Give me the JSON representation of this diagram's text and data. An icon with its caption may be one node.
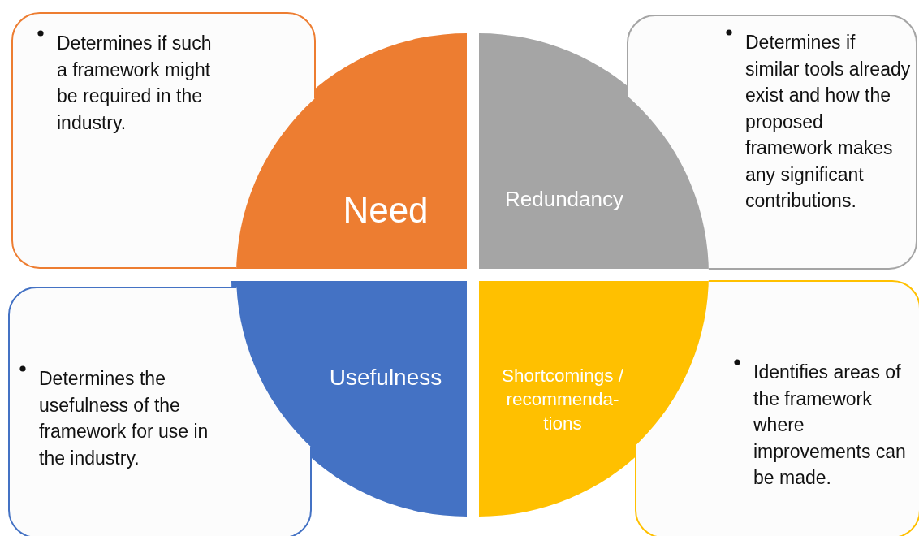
{
  "diagram": {
    "nodes": [
      {
        "text": [
          "Determines if such a framework might be required in the industry."
        ]
      },
      {
        "text": [
          "Determines if similar tools already exist and how the proposed framework makes any significant contributions."
        ]
      },
      {
        "text": [
          "Determines the usefulness of the framework for use in the industry."
        ]
      },
      {
        "text": [
          "Identifies areas of the framework where improvements can be made."
        ]
      },
      {
        "text": [
          "Need"
        ]
      },
      {
        "text": [
          "Redundancy"
        ]
      },
      {
        "text": [
          "Usefulness"
        ]
      },
      {
        "text": [
          "Shortcomings / recommenda-tions"
        ]
      }
    ]
  }
}
